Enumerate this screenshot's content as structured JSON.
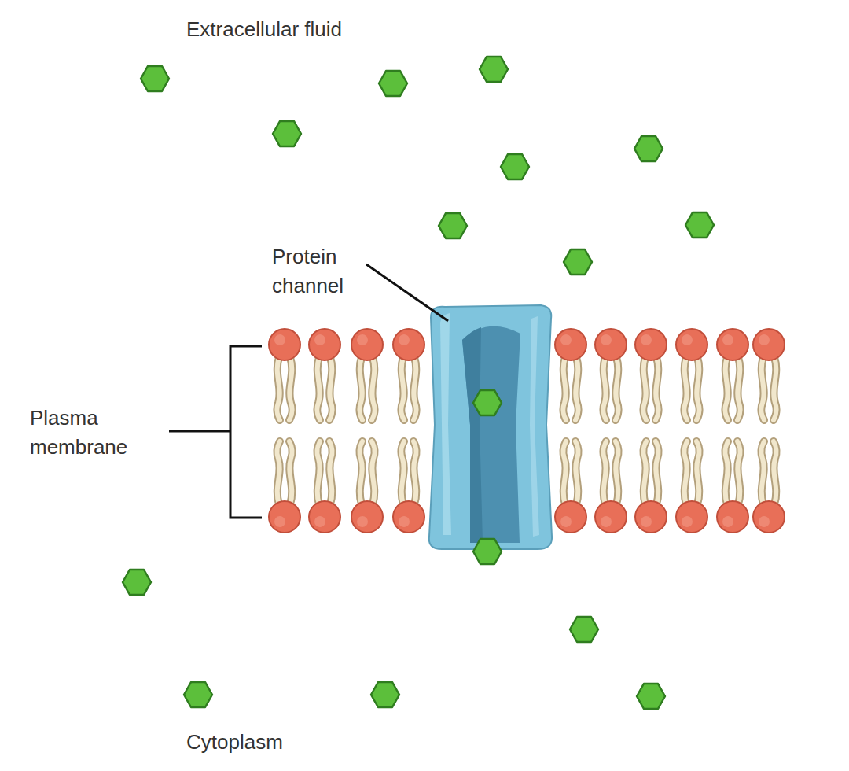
{
  "diagram": {
    "labels": [
      "Extracellular fluid",
      "Protein channel",
      "Plasma membrane",
      "Cytoplasm"
    ]
  }
}
